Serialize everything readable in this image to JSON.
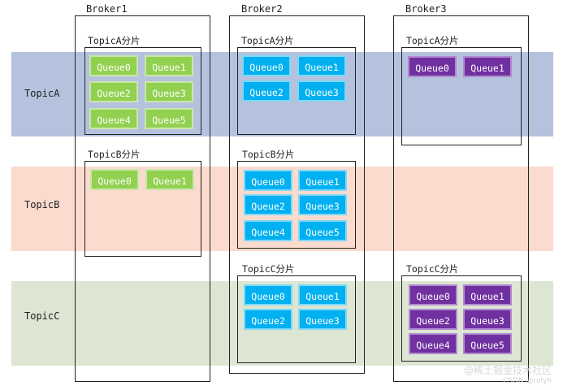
{
  "topics": [
    {
      "label": "TopicA",
      "color": "#b4c2de"
    },
    {
      "label": "TopicB",
      "color": "#fadbcd"
    },
    {
      "label": "TopicC",
      "color": "#dde6d2"
    }
  ],
  "brokers": [
    {
      "title": "Broker1"
    },
    {
      "title": "Broker2"
    },
    {
      "title": "Broker3"
    }
  ],
  "groups": {
    "b1_topicA": {
      "title": "TopicA分片",
      "color": "green",
      "queues": [
        "Queue0",
        "Queue1",
        "Queue2",
        "Queue3",
        "Queue4",
        "Queue5"
      ]
    },
    "b1_topicB": {
      "title": "TopicB分片",
      "color": "green",
      "queues": [
        "Queue0",
        "Queue1"
      ]
    },
    "b2_topicA": {
      "title": "TopicA分片",
      "color": "blue",
      "queues": [
        "Queue0",
        "Queue1",
        "Queue2",
        "Queue3"
      ]
    },
    "b2_topicB": {
      "title": "TopicB分片",
      "color": "blue",
      "queues": [
        "Queue0",
        "Queue1",
        "Queue2",
        "Queue3",
        "Queue4",
        "Queue5"
      ]
    },
    "b2_topicC": {
      "title": "TopicC分片",
      "color": "blue",
      "queues": [
        "Queue0",
        "Queue1",
        "Queue2",
        "Queue3"
      ]
    },
    "b3_topicA": {
      "title": "TopicA分片",
      "color": "purple",
      "queues": [
        "Queue0",
        "Queue1"
      ]
    },
    "b3_topicC": {
      "title": "TopicC分片",
      "color": "purple",
      "queues": [
        "Queue0",
        "Queue1",
        "Queue2",
        "Queue3",
        "Queue4",
        "Queue5"
      ]
    }
  },
  "colors": {
    "green": "#92d050",
    "blue": "#00b0f0",
    "purple": "#7030a0"
  },
  "watermark": "@稀土掘金技术社区",
  "watermark_small": "CSDN @rolyh"
}
